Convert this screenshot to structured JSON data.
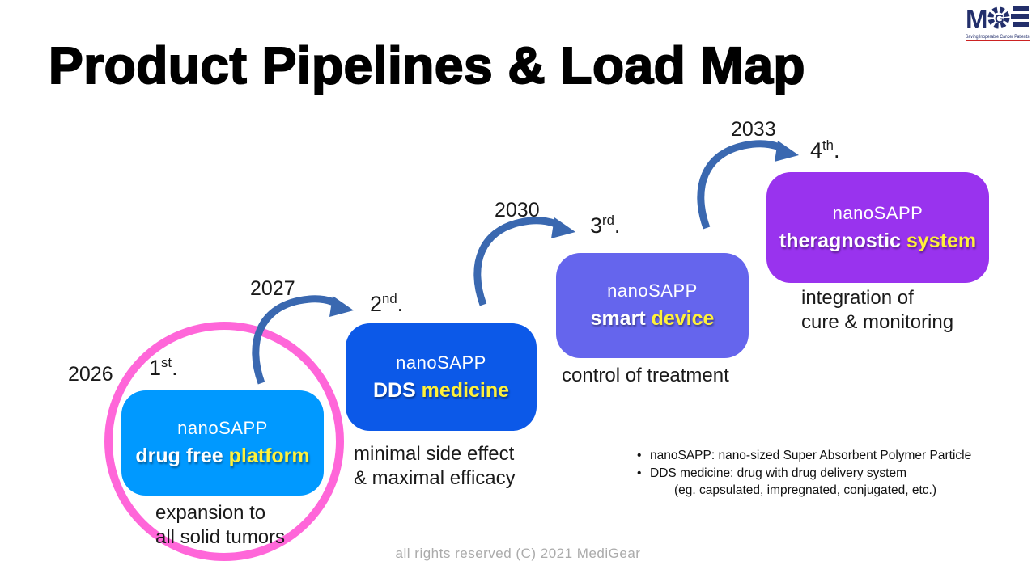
{
  "title": "Product Pipelines & Load Map",
  "logo": {
    "letter_m": "M",
    "letter_g": "G",
    "tagline": "Saving Inoperable Cancer Patients!"
  },
  "stages": [
    {
      "year": "2026",
      "ordinal_num": "1",
      "ordinal_suffix": "st",
      "ordinal_period": ".",
      "line1": "nanoSAPP",
      "name_white": "drug free ",
      "name_yellow": "platform",
      "caption_line1": "expansion to",
      "caption_line2": "all solid tumors",
      "box_color": "#0099FF"
    },
    {
      "year": "2027",
      "ordinal_num": "2",
      "ordinal_suffix": "nd",
      "ordinal_period": ".",
      "line1": "nanoSAPP",
      "name_white": "DDS ",
      "name_yellow": "medicine",
      "caption_line1": "minimal side effect",
      "caption_line2": "& maximal efficacy",
      "box_color": "#0C59E8"
    },
    {
      "year": "2030",
      "ordinal_num": "3",
      "ordinal_suffix": "rd",
      "ordinal_period": ".",
      "line1": "nanoSAPP",
      "name_white": "smart ",
      "name_yellow": "device",
      "caption_line1": "control of treatment",
      "caption_line2": "",
      "box_color": "#6565ED"
    },
    {
      "year": "2033",
      "ordinal_num": "4",
      "ordinal_suffix": "th",
      "ordinal_period": ".",
      "line1": "nanoSAPP",
      "name_white": "theragnostic ",
      "name_yellow": "system",
      "caption_line1": "integration of",
      "caption_line2": "cure & monitoring",
      "box_color": "#9933EE"
    }
  ],
  "footnotes": {
    "items": [
      {
        "bullet": "•",
        "text": "nanoSAPP: nano-sized Super Absorbent Polymer Particle"
      },
      {
        "bullet": "•",
        "text": "DDS medicine: drug with drug delivery system"
      }
    ],
    "indent_line": "(eg. capsulated, impregnated, conjugated, etc.)"
  },
  "footer": "all rights reserved (C) 2021 MediGear",
  "colors": {
    "highlight_circle": "#FF66D9",
    "arrow": "#3A68B0",
    "yellow_text": "#FFF13A",
    "logo_navy": "#232F6B",
    "logo_red": "#CC2222"
  }
}
